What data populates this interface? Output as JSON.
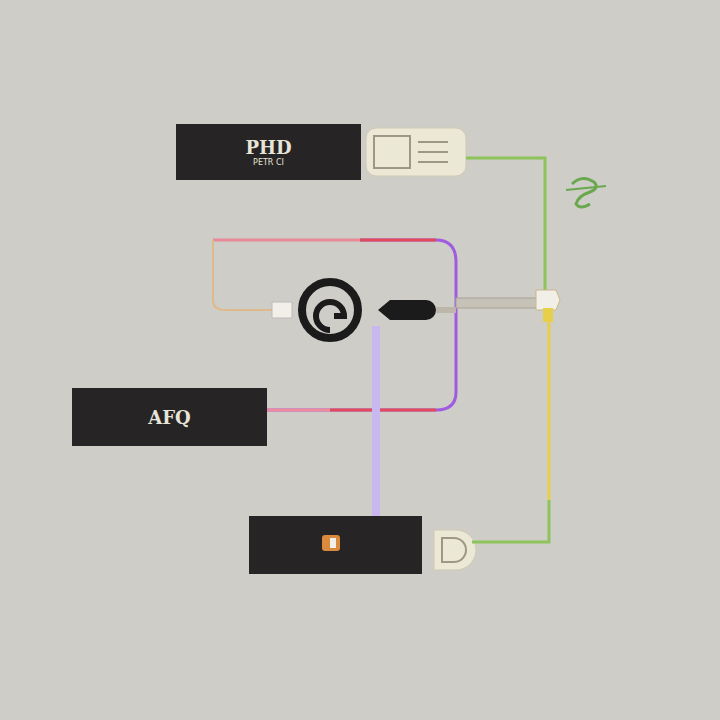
{
  "diagram": {
    "nodes": [
      {
        "text": [
          "PHD",
          "PETR CI"
        ]
      },
      {
        "text": [
          "AFQ"
        ]
      }
    ]
  }
}
